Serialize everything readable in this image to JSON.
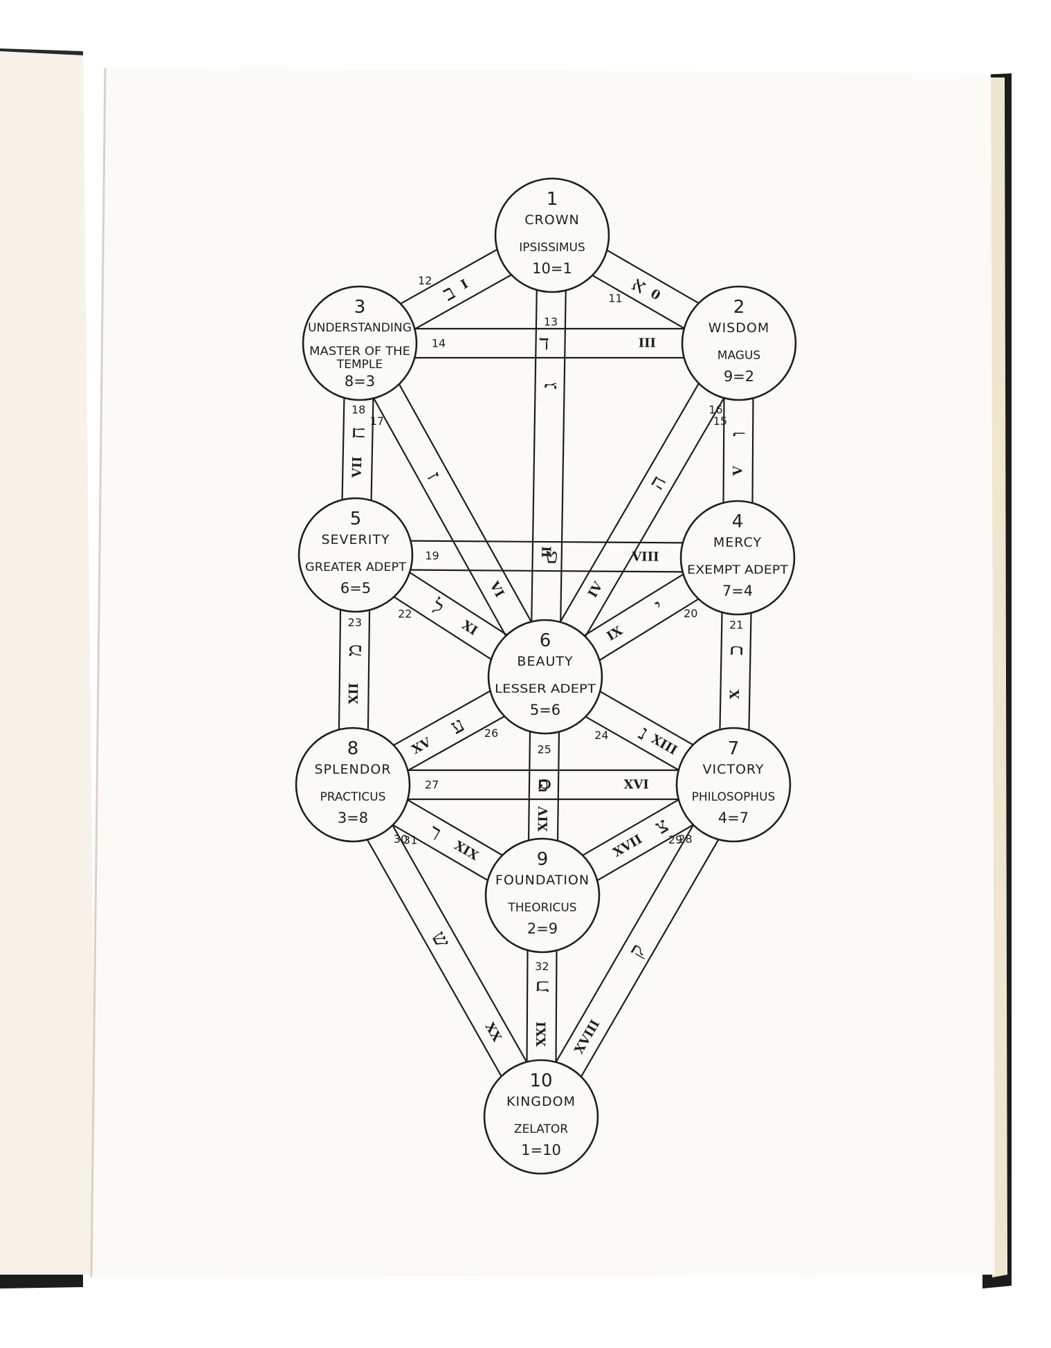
{
  "colors": {
    "background": "#ffffff",
    "paper": "#fbfaf6",
    "page_edge": "#efe6cf",
    "cover": "#1c1c1c",
    "ink": "#1e1e1e"
  },
  "spheres": [
    {
      "id": 1,
      "number": "1",
      "name": "CROWN",
      "grade": "IPSISSIMUS",
      "ratio": "10=1"
    },
    {
      "id": 2,
      "number": "2",
      "name": "WISDOM",
      "grade": "MAGUS",
      "ratio": "9=2"
    },
    {
      "id": 3,
      "number": "3",
      "name": "UNDERSTANDING",
      "grade": "MASTER OF THE",
      "grade2": "TEMPLE",
      "ratio": "8=3"
    },
    {
      "id": 4,
      "number": "4",
      "name": "MERCY",
      "grade": "EXEMPT ADEPT",
      "ratio": "7=4"
    },
    {
      "id": 5,
      "number": "5",
      "name": "SEVERITY",
      "grade": "GREATER ADEPT",
      "ratio": "6=5"
    },
    {
      "id": 6,
      "number": "6",
      "name": "BEAUTY",
      "grade": "LESSER ADEPT",
      "ratio": "5=6"
    },
    {
      "id": 7,
      "number": "7",
      "name": "VICTORY",
      "grade": "PHILOSOPHUS",
      "ratio": "4=7"
    },
    {
      "id": 8,
      "number": "8",
      "name": "SPLENDOR",
      "grade": "PRACTICUS",
      "ratio": "3=8"
    },
    {
      "id": 9,
      "number": "9",
      "name": "FOUNDATION",
      "grade": "THEORICUS",
      "ratio": "2=9"
    },
    {
      "id": 10,
      "number": "10",
      "name": "KINGDOM",
      "grade": "ZELATOR",
      "ratio": "1=10"
    }
  ],
  "paths": [
    {
      "number": "11",
      "from": 1,
      "to": 2,
      "letter": "א",
      "tarot": "0"
    },
    {
      "number": "12",
      "from": 1,
      "to": 3,
      "letter": "ב",
      "tarot": "I"
    },
    {
      "number": "13",
      "from": 1,
      "to": 6,
      "letter": "ג",
      "tarot": "II"
    },
    {
      "number": "14",
      "from": 2,
      "to": 3,
      "letter": "ד",
      "tarot": "III"
    },
    {
      "number": "15",
      "from": 2,
      "to": 6,
      "letter": "ה",
      "tarot": "IV"
    },
    {
      "number": "16",
      "from": 2,
      "to": 4,
      "letter": "ו",
      "tarot": "V"
    },
    {
      "number": "17",
      "from": 3,
      "to": 6,
      "letter": "ז",
      "tarot": "VI"
    },
    {
      "number": "18",
      "from": 3,
      "to": 5,
      "letter": "ח",
      "tarot": "VII"
    },
    {
      "number": "19",
      "from": 4,
      "to": 5,
      "letter": "ט",
      "tarot": "VIII"
    },
    {
      "number": "20",
      "from": 4,
      "to": 6,
      "letter": "י",
      "tarot": "IX"
    },
    {
      "number": "21",
      "from": 4,
      "to": 7,
      "letter": "כ",
      "tarot": "X"
    },
    {
      "number": "22",
      "from": 5,
      "to": 6,
      "letter": "ל",
      "tarot": "XI"
    },
    {
      "number": "23",
      "from": 5,
      "to": 8,
      "letter": "מ",
      "tarot": "XII"
    },
    {
      "number": "24",
      "from": 6,
      "to": 7,
      "letter": "נ",
      "tarot": "XIII"
    },
    {
      "number": "25",
      "from": 6,
      "to": 9,
      "letter": "ס",
      "tarot": "XIV"
    },
    {
      "number": "26",
      "from": 6,
      "to": 8,
      "letter": "ע",
      "tarot": "XV"
    },
    {
      "number": "27",
      "from": 7,
      "to": 8,
      "letter": "פ",
      "tarot": "XVI"
    },
    {
      "number": "28",
      "from": 7,
      "to": 9,
      "letter": "צ",
      "tarot": "XVII"
    },
    {
      "number": "29",
      "from": 7,
      "to": 10,
      "letter": "ק",
      "tarot": "XVIII"
    },
    {
      "number": "30",
      "from": 8,
      "to": 9,
      "letter": "ר",
      "tarot": "XIX"
    },
    {
      "number": "31",
      "from": 8,
      "to": 10,
      "letter": "ש",
      "tarot": "XX"
    },
    {
      "number": "32",
      "from": 9,
      "to": 10,
      "letter": "ת",
      "tarot": "XXI"
    }
  ]
}
